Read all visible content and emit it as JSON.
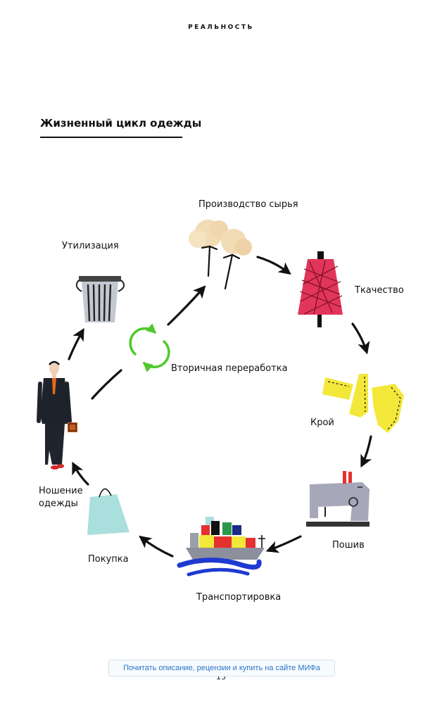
{
  "running_head": "РЕАЛЬНОСТЬ",
  "title": "Жизненный цикл одежды",
  "stages": {
    "raw_material": "Производство сырья",
    "weaving": "Ткачество",
    "cutting": "Крой",
    "sewing": "Пошив",
    "transportation": "Транспортировка",
    "purchase": "Покупка",
    "wearing": "Ношение\nодежды",
    "disposal": "Утилизация",
    "recycling": "Вторичная переработка"
  },
  "page_number": "13",
  "shop_link": "Почитать описание, рецензии и купить на сайте МИФа",
  "colors": {
    "recycle_green": "#4ec92a",
    "yarn_pink": "#e2355a",
    "pattern_yellow": "#f3e83a",
    "bag_teal": "#a9dfdc",
    "cotton_beige": "#f2dcb6",
    "link_blue": "#2a73c9"
  }
}
